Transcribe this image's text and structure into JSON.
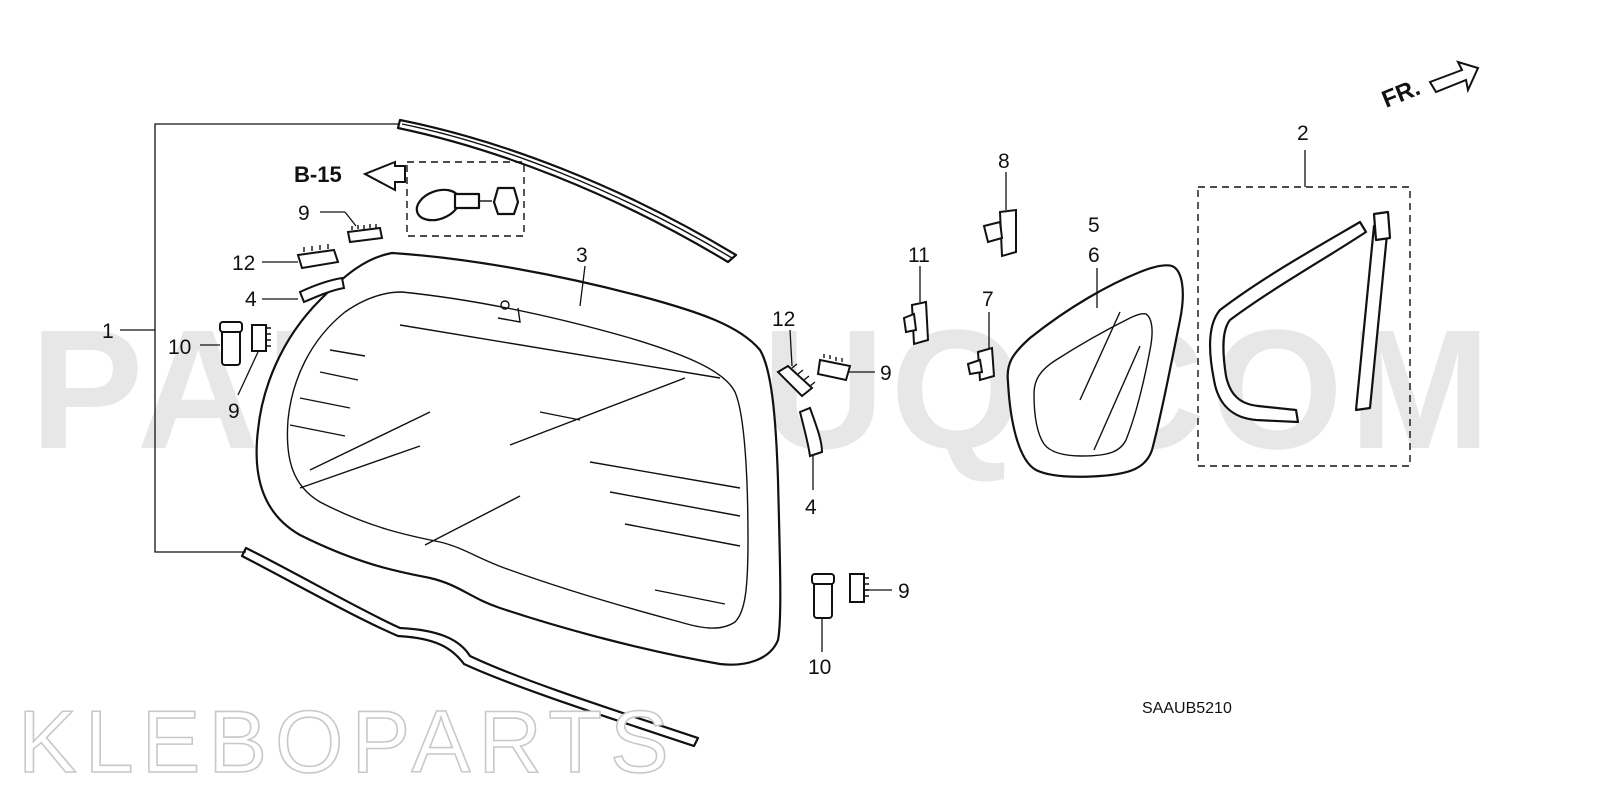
{
  "diagram": {
    "code": "SAAUB5210",
    "direction_label": "FR.",
    "reference": "B-15",
    "watermark_main": "PARTSOUQ.COM",
    "watermark_secondary": "KLEBOPARTS",
    "callouts": {
      "c1": "1",
      "c2": "2",
      "c3": "3",
      "c4a": "4",
      "c4b": "4",
      "c5": "5",
      "c6": "6",
      "c7": "7",
      "c8": "8",
      "c9a": "9",
      "c9b": "9",
      "c9c": "9",
      "c9d": "9",
      "c10a": "10",
      "c10b": "10",
      "c11": "11",
      "c12a": "12",
      "c12b": "12"
    }
  }
}
